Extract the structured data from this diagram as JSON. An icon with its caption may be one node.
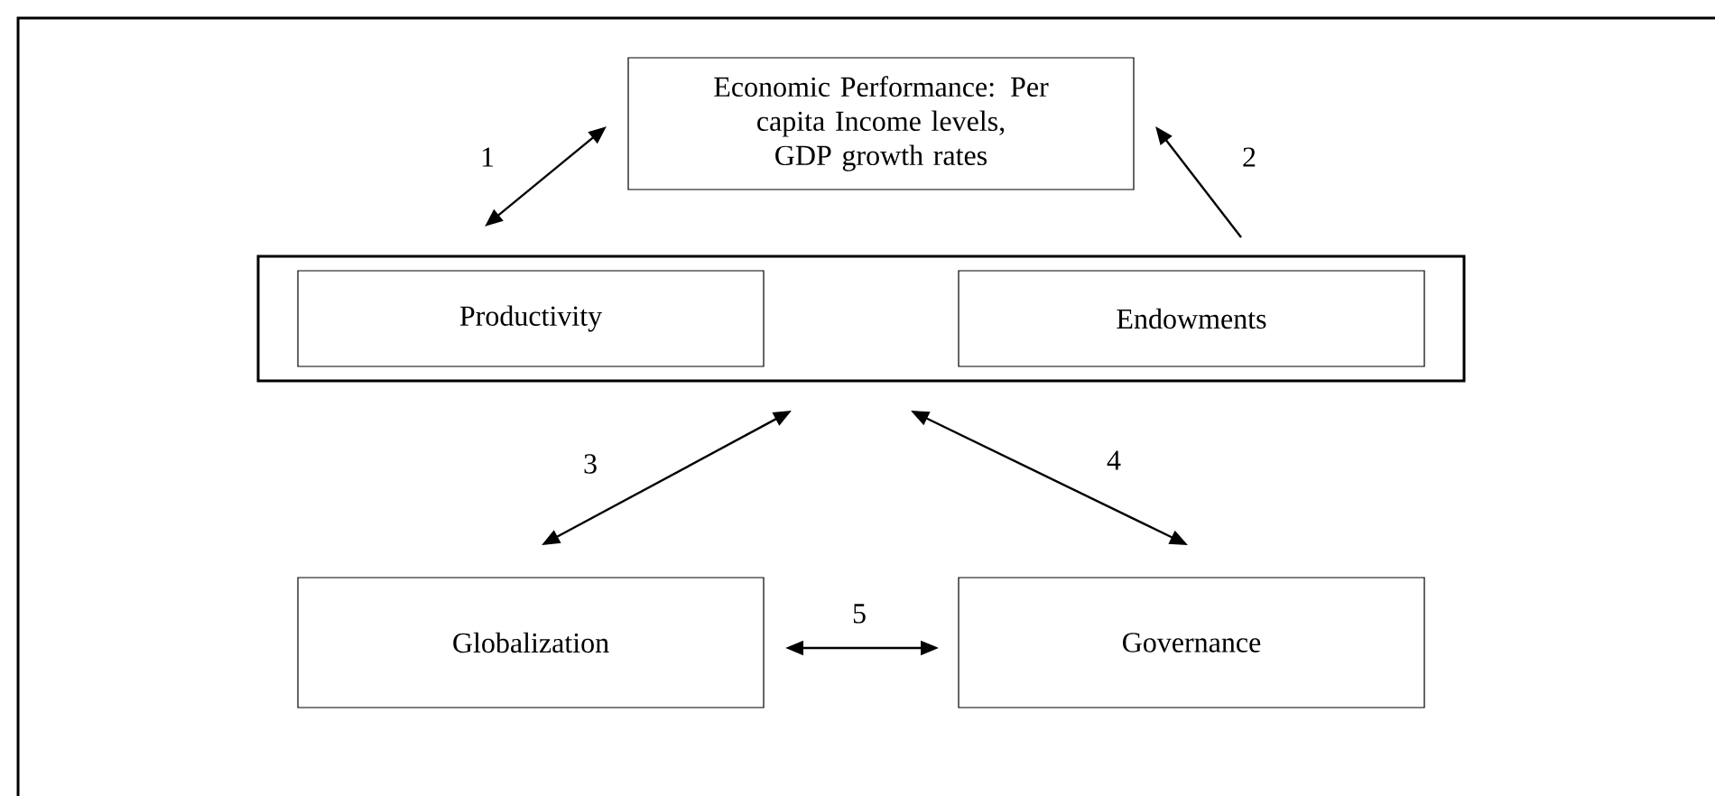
{
  "diagram": {
    "nodes": [
      {
        "text": [
          "Economic Performance: Per capita Income levels, GDP growth rates"
        ]
      },
      {
        "text": [],
        "shape": "box"
      },
      {
        "text": [
          "Productivity"
        ],
        "in": 1
      },
      {
        "text": [
          "Endowments"
        ],
        "in": 1
      },
      {
        "text": [
          "Globalization"
        ]
      },
      {
        "text": [
          "Governance"
        ]
      }
    ],
    "edges": [
      {
        "from": 1,
        "to": 0,
        "arrow": "both",
        "label": "1"
      },
      {
        "from": 1,
        "to": 0,
        "arrow": "to",
        "label": "2"
      },
      {
        "from": 4,
        "to": 1,
        "arrow": "both",
        "label": "3"
      },
      {
        "from": 5,
        "to": 1,
        "arrow": "both",
        "label": "4"
      },
      {
        "from": 4,
        "to": 5,
        "arrow": "both",
        "label": "5"
      }
    ]
  }
}
